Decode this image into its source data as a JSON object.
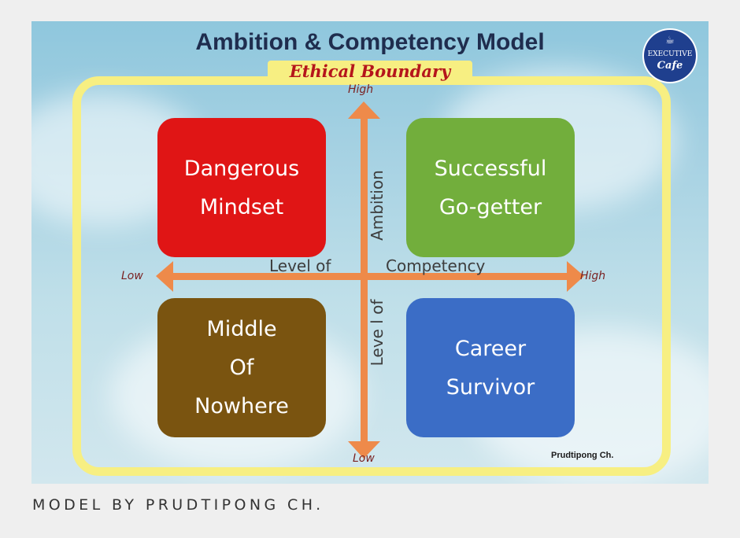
{
  "title": "Ambition & Competency Model",
  "boundary_label": "Ethical Boundary",
  "quadrants": {
    "top_left": "Dangerous\nMindset",
    "top_right": "Successful\nGo-getter",
    "bottom_left": "Middle\nOf\nNowhere",
    "bottom_right": "Career\nSurvivor"
  },
  "vertical_axis": {
    "high": "High",
    "low": "Low",
    "label_upper": "Ambition",
    "label_lower": "Leve l of"
  },
  "horizontal_axis": {
    "low": "Low",
    "high": "High",
    "label_left": "Level of",
    "label_right": "Competency"
  },
  "credit": "Prudtipong Ch.",
  "logo": {
    "line1": "EXECUTIVE",
    "line2": "Cafe",
    "icon": "coffee-cup-icon"
  },
  "caption": "MODEL BY PRUDTIPONG CH.",
  "colors": {
    "danger": "#e01515",
    "success": "#72ae3c",
    "middle": "#7a5410",
    "career": "#3b6dc6",
    "arrow": "#ee8a4a",
    "frame": "#f7ef82"
  }
}
